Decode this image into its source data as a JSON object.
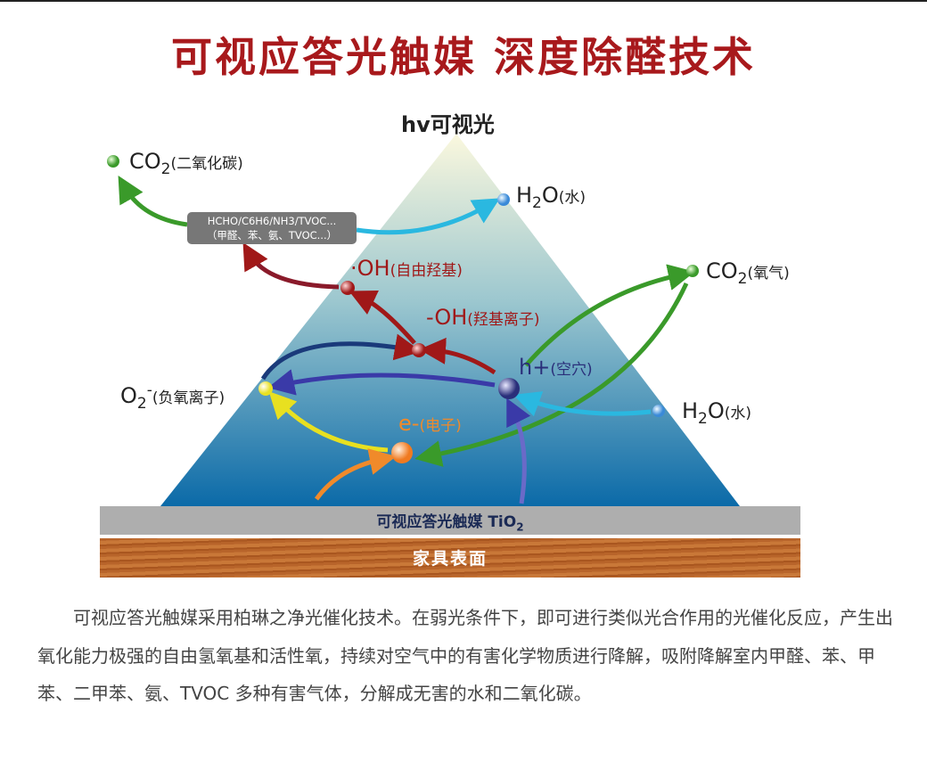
{
  "title": "可视应答光触媒 深度除醛技术",
  "apex_label": "hv可视光",
  "labels": {
    "co2_left": "CO",
    "co2_left_sub": "2",
    "co2_left_paren": "(二氧化碳)",
    "h2o_top": "H",
    "h2o_top_sub": "2",
    "h2o_top_rest": "O",
    "h2o_top_paren": "(水)",
    "pollutants_line1": "HCHO/C6H6/NH3/TVOC...",
    "pollutants_line2": "（甲醛、苯、氨、TVOC...）",
    "oh_free": "·OH",
    "oh_free_paren": "(自由羟基)",
    "oh_ion": "-OH",
    "oh_ion_paren": "(羟基离子)",
    "co2_right": "CO",
    "co2_right_sub": "2",
    "co2_right_paren": "(氧气)",
    "hole": "h+",
    "hole_paren": "(空穴)",
    "o2": "O",
    "o2_sub": "2",
    "o2_sup": "-",
    "o2_paren": "(负氧离子)",
    "h2o_right": "H",
    "h2o_right_sub": "2",
    "h2o_right_rest": "O",
    "h2o_right_paren": "(水)",
    "electron": "e-",
    "electron_paren": "(电子)"
  },
  "catalyst_layer": "可视应答光触媒 TiO",
  "catalyst_sub": "2",
  "surface_layer": "家具表面",
  "description": "可视应答光触媒采用柏琳之净光催化技术。在弱光条件下，即可进行类似光合作用的光催化反应，产生出氧化能力极强的自由氢氧基和活性氧，持续对空气中的有害化学物质进行降解，吸附降解室内甲醛、苯、甲苯、二甲苯、氨、TVOC 多种有害气体，分解成无害的水和二氧化碳。",
  "colors": {
    "title": "#a8191c",
    "green": "#3a9a2a",
    "red": "#a01818",
    "blue": "#2aa8d8",
    "navy": "#2a2f7a",
    "orange": "#f08a2a"
  }
}
